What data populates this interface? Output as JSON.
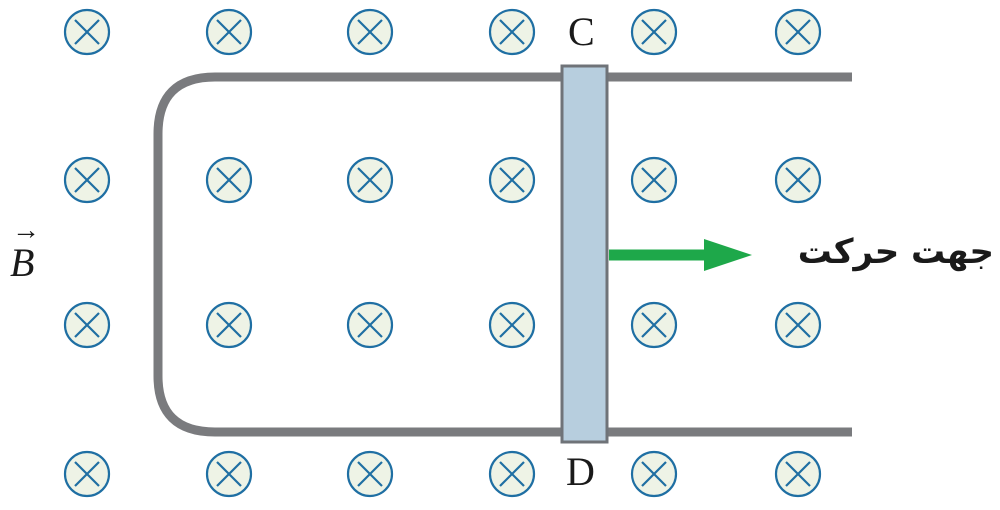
{
  "labels": {
    "rod_top": "C",
    "rod_bottom": "D",
    "field": "B",
    "field_arrow": "→",
    "motion": "جهت حرکت"
  },
  "field": {
    "direction": "into-page",
    "symbol_name": "cross-in-circle-icon",
    "rows": 4,
    "cols": 6
  },
  "colors": {
    "rail": "#7a7b7e",
    "rod_fill": "#b7cede",
    "rod_stroke": "#6f7378",
    "arrow": "#1ea84a",
    "field_symbol_stroke": "#1f6fa3",
    "field_symbol_fill": "#eef3e6"
  }
}
